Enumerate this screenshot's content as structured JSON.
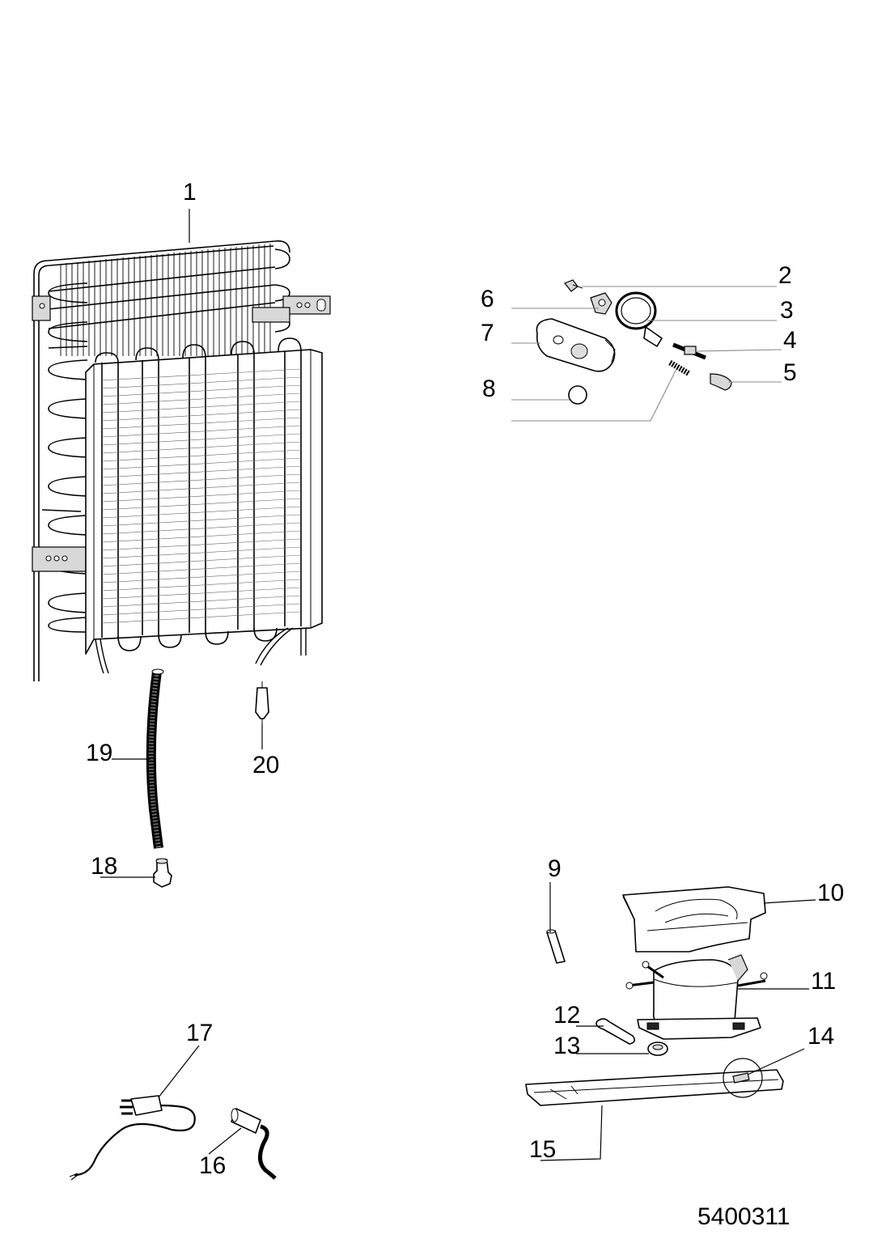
{
  "diagram": {
    "callouts": [
      {
        "id": "1",
        "label": "1"
      },
      {
        "id": "2",
        "label": "2"
      },
      {
        "id": "3",
        "label": "3"
      },
      {
        "id": "4",
        "label": "4"
      },
      {
        "id": "5",
        "label": "5"
      },
      {
        "id": "6",
        "label": "6"
      },
      {
        "id": "7",
        "label": "7"
      },
      {
        "id": "8",
        "label": "8"
      },
      {
        "id": "9",
        "label": "9"
      },
      {
        "id": "10",
        "label": "10"
      },
      {
        "id": "11",
        "label": "11"
      },
      {
        "id": "12",
        "label": "12"
      },
      {
        "id": "13",
        "label": "13"
      },
      {
        "id": "14",
        "label": "14"
      },
      {
        "id": "15",
        "label": "15"
      },
      {
        "id": "16",
        "label": "16"
      },
      {
        "id": "17",
        "label": "17"
      },
      {
        "id": "18",
        "label": "18"
      },
      {
        "id": "19",
        "label": "19"
      },
      {
        "id": "20",
        "label": "20"
      }
    ],
    "drawing_code": "5400311"
  }
}
